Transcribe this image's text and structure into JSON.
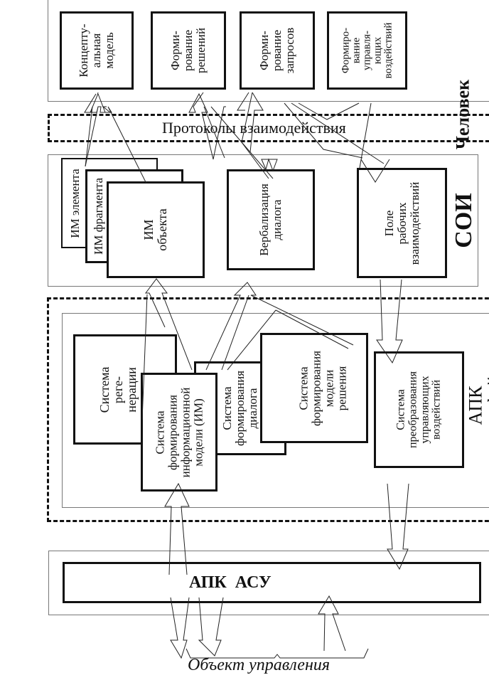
{
  "top_panel": {
    "side_label": "Человек",
    "boxes": [
      {
        "id": "conceptual-model",
        "text": "Концепту-\nальная\nмодель"
      },
      {
        "id": "decision-forming",
        "text": "Форми-\nрование\nрешений"
      },
      {
        "id": "query-forming",
        "text": "Форми-\nрование\nзапросов"
      },
      {
        "id": "control-forming",
        "text": "Формиро-\nвание\nуправля-\nющих\nвоздействий"
      }
    ]
  },
  "protocols": {
    "label": "Протоколы взаимодействия"
  },
  "soi_panel": {
    "label": "СОИ",
    "im_stack": [
      {
        "id": "im-element",
        "text": "ИМ элемента"
      },
      {
        "id": "im-fragment",
        "text": "ИМ фрагмента"
      },
      {
        "id": "im-object",
        "text": "ИМ объекта"
      }
    ],
    "dialog_verbalization": "Вербализация\nдиалога",
    "work_field": "Поле\nрабочих\nвзаимодействий"
  },
  "apk_interface": {
    "label": "АПК интерфейса",
    "boxes": [
      {
        "id": "im-regeneration",
        "text": "Система реге-\nнерации ИМ"
      },
      {
        "id": "im-forming",
        "text": "Система\nформирования\nинформационной\nмодели (ИМ)"
      },
      {
        "id": "dialog-forming",
        "text": "Система\nформирования\nдиалога"
      },
      {
        "id": "decision-model-forming",
        "text": "Система\nформирования\nмодели\nрешения"
      },
      {
        "id": "control-conversion",
        "text": "Система\nпреобразования\nуправляющих\nвоздействий"
      }
    ]
  },
  "apk_asu": {
    "label": "АПК  АСУ"
  },
  "control_object": {
    "label": "Объект управления"
  }
}
